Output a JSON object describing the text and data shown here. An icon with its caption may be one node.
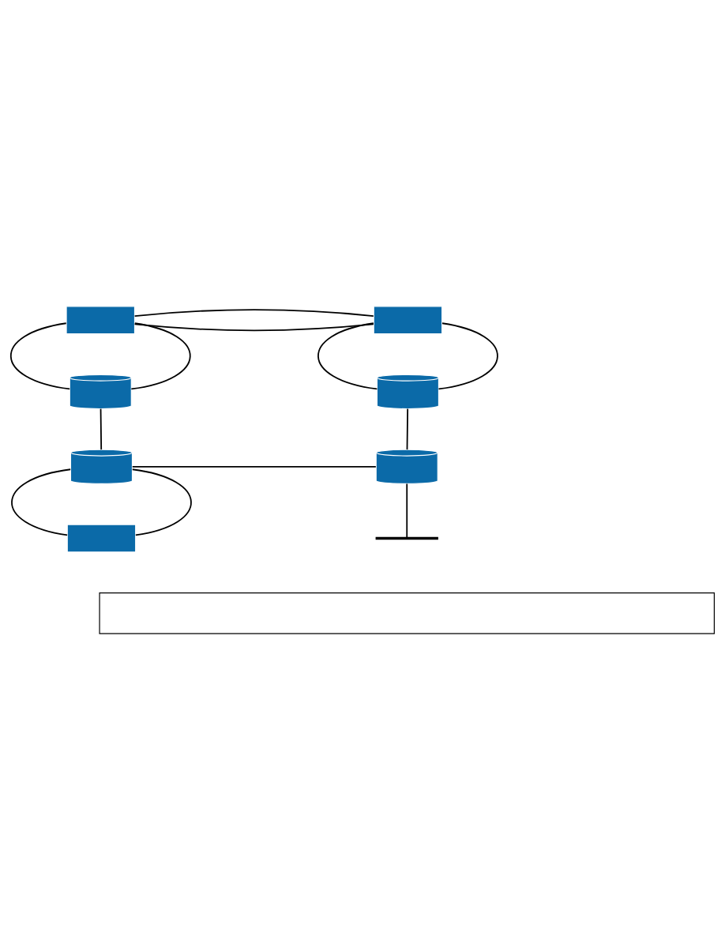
{
  "diagram": {
    "nodes": [
      {
        "text": [],
        "shape": "box"
      },
      {
        "text": [],
        "shape": "box"
      },
      {
        "text": [],
        "shape": "cylinder"
      },
      {
        "text": [],
        "shape": "cylinder"
      },
      {
        "text": [],
        "shape": "cylinder"
      },
      {
        "text": [],
        "shape": "cylinder"
      },
      {
        "text": [],
        "shape": "box"
      },
      {
        "text": [],
        "shape": "bar"
      },
      {
        "text": [],
        "shape": "box"
      }
    ],
    "edges": [
      {
        "from": 0,
        "to": 1,
        "arrow": "none"
      },
      {
        "from": 0,
        "to": 1,
        "arrow": "none"
      },
      {
        "from": 0,
        "to": 2,
        "arrow": "none"
      },
      {
        "from": 0,
        "to": 2,
        "arrow": "none"
      },
      {
        "from": 1,
        "to": 3,
        "arrow": "none"
      },
      {
        "from": 1,
        "to": 3,
        "arrow": "none"
      },
      {
        "from": 2,
        "to": 4,
        "arrow": "none"
      },
      {
        "from": 3,
        "to": 5,
        "arrow": "none"
      },
      {
        "from": 4,
        "to": 5,
        "arrow": "none"
      },
      {
        "from": 4,
        "to": 6,
        "arrow": "none"
      },
      {
        "from": 4,
        "to": 6,
        "arrow": "none"
      },
      {
        "from": 5,
        "to": 7,
        "arrow": "none"
      }
    ]
  }
}
